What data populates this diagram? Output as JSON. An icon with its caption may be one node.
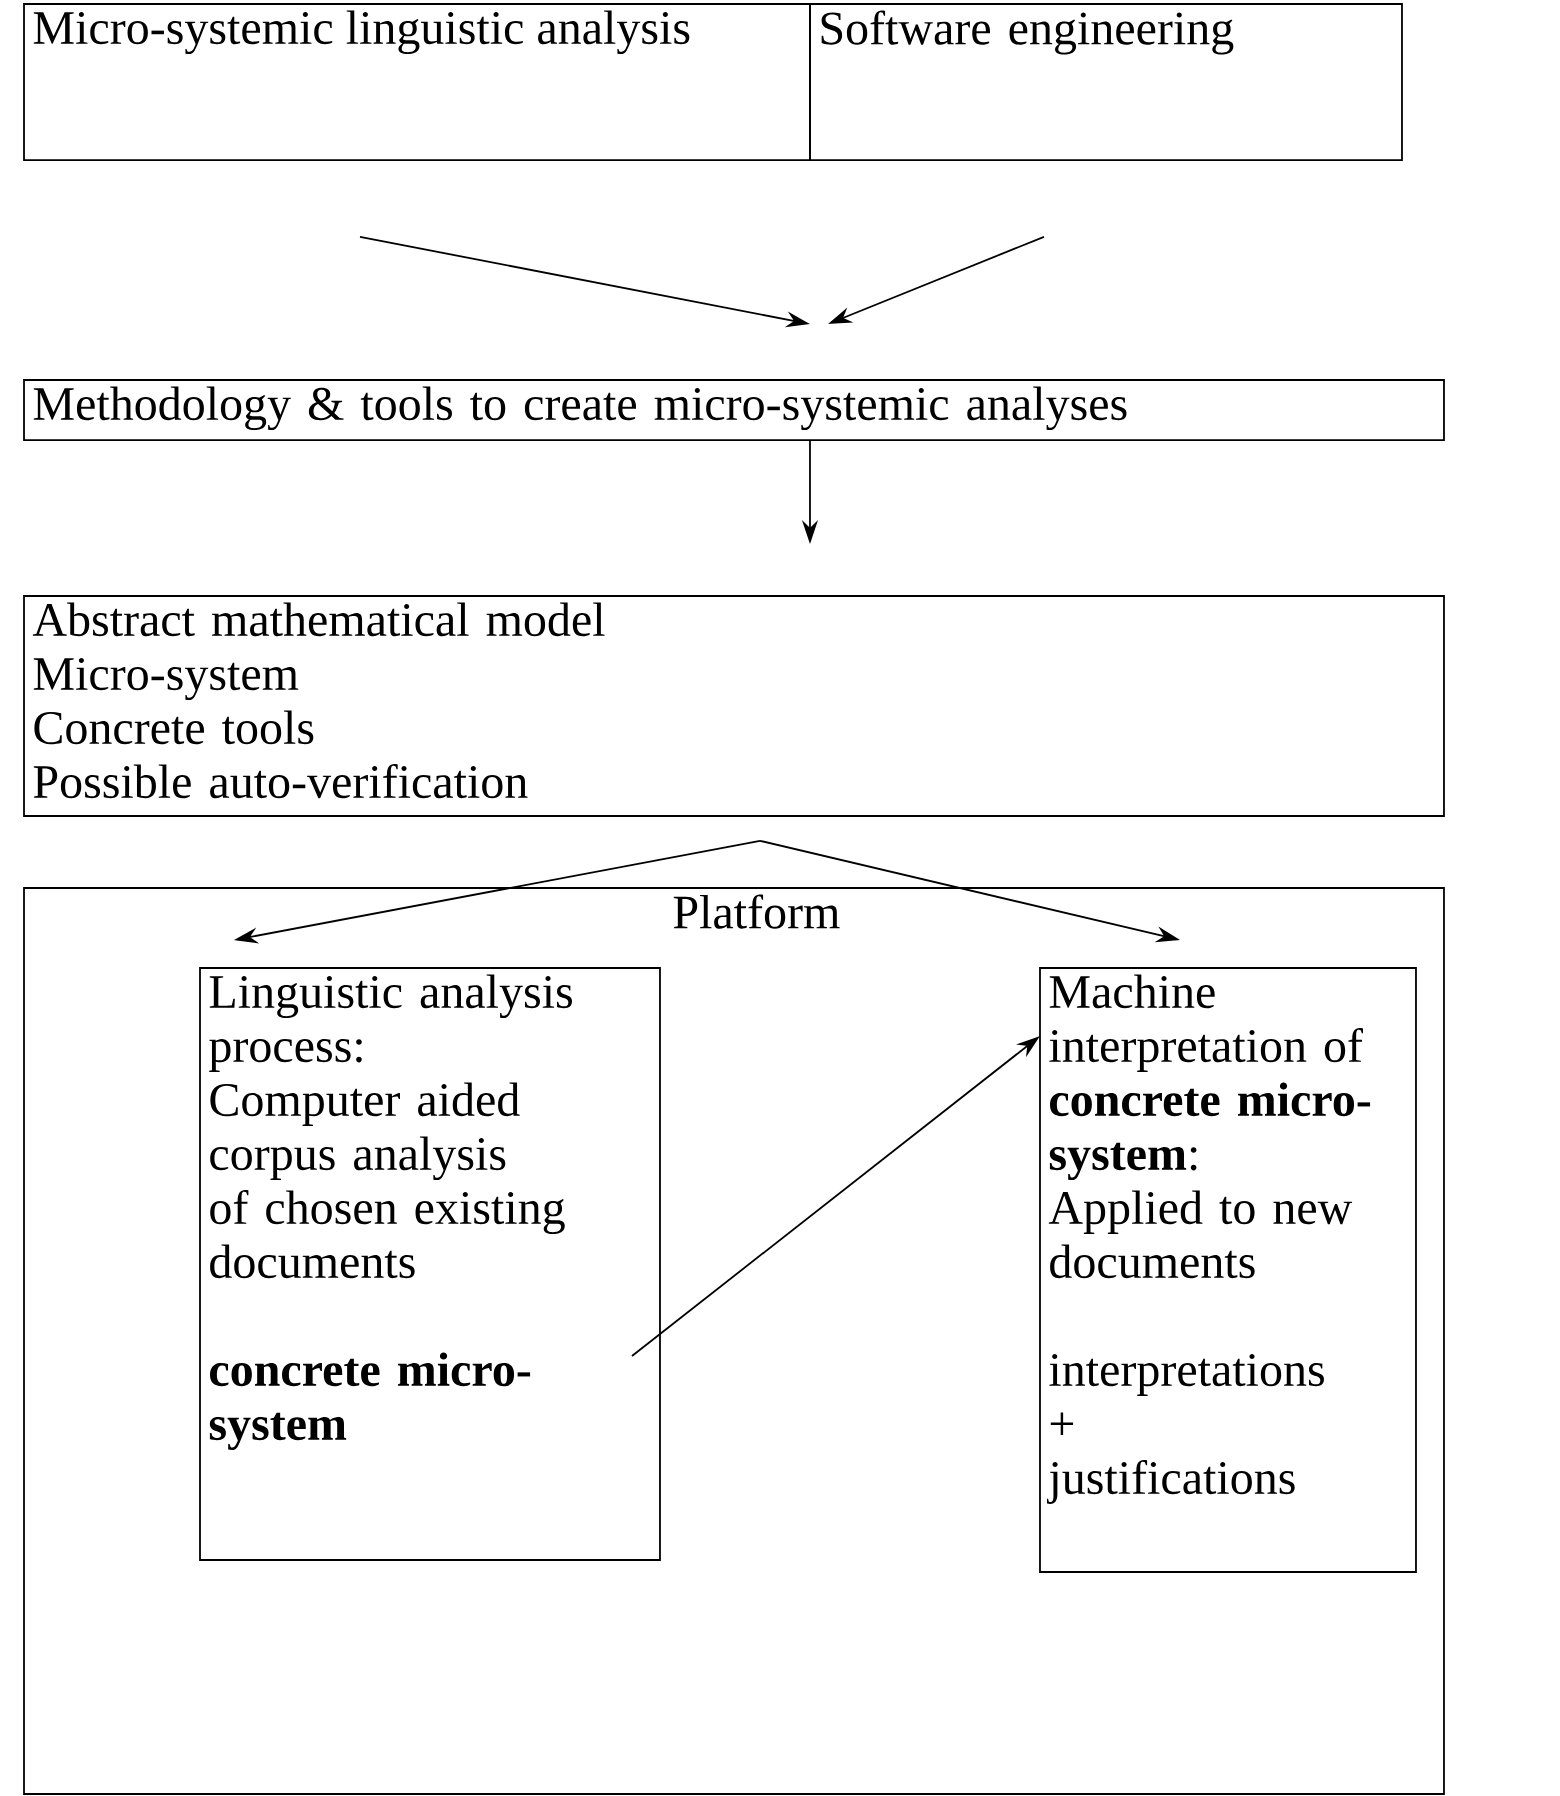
{
  "diagram": {
    "nodes": [
      {
        "text": [
          "Micro-systemic linguistic analysis"
        ]
      },
      {
        "text": [
          "Software engineering"
        ]
      },
      {
        "text": [
          "Methodology & tools to create micro-systemic analyses"
        ]
      },
      {
        "text": [
          "Abstract mathematical model",
          "Micro-system",
          "Concrete tools",
          "Possible auto-verification"
        ]
      },
      {
        "text": [
          "Platform"
        ]
      },
      {
        "text": [
          "Linguistic analysis process:",
          "Computer aided corpus analysis of chosen existing documents",
          "concrete micro-system"
        ],
        "in": 4
      },
      {
        "text": [
          "Machine interpretation of **concrete micro-system**:",
          "Applied to new documents",
          "interpretations",
          "+",
          "justifications"
        ],
        "in": 4
      }
    ],
    "edges": [
      {
        "from": 0,
        "to": 2,
        "arrow": "to"
      },
      {
        "from": 1,
        "to": 2,
        "arrow": "to"
      },
      {
        "from": 2,
        "to": 3,
        "arrow": "to"
      },
      {
        "from": 3,
        "to": 5,
        "arrow": "to"
      },
      {
        "from": 3,
        "to": 6,
        "arrow": "to"
      },
      {
        "from": 5,
        "to": 6,
        "arrow": "to"
      }
    ]
  }
}
